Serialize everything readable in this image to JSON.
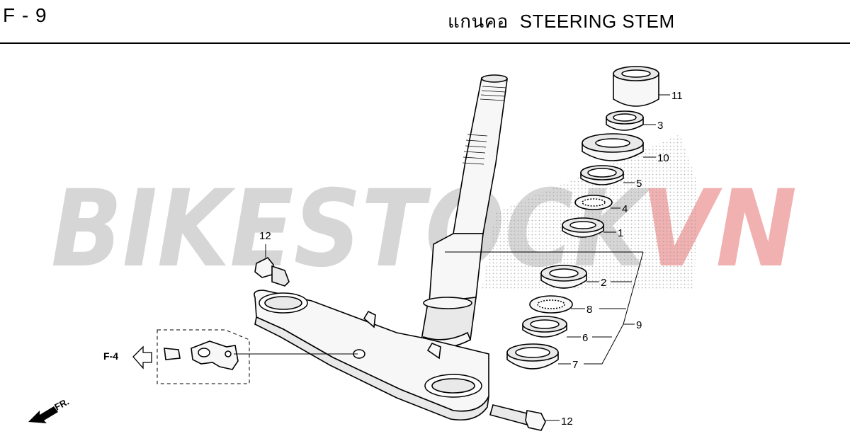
{
  "header": {
    "code": "F - 9",
    "title_thai": "แกนคอ",
    "title_en": "STEERING STEM"
  },
  "watermark": {
    "text_gray": "BIKESTOCK",
    "text_red": "VN",
    "gray_color": "#cfcfcf",
    "red_color": "#f0a9a9"
  },
  "callouts": {
    "c1": "1",
    "c2": "2",
    "c3": "3",
    "c4": "4",
    "c5": "5",
    "c6": "6",
    "c7": "7",
    "c8": "8",
    "c9": "9",
    "c10": "10",
    "c11": "11",
    "c12a": "12",
    "c12b": "12"
  },
  "refs": {
    "ref_page": "F-4",
    "front": "FR."
  }
}
